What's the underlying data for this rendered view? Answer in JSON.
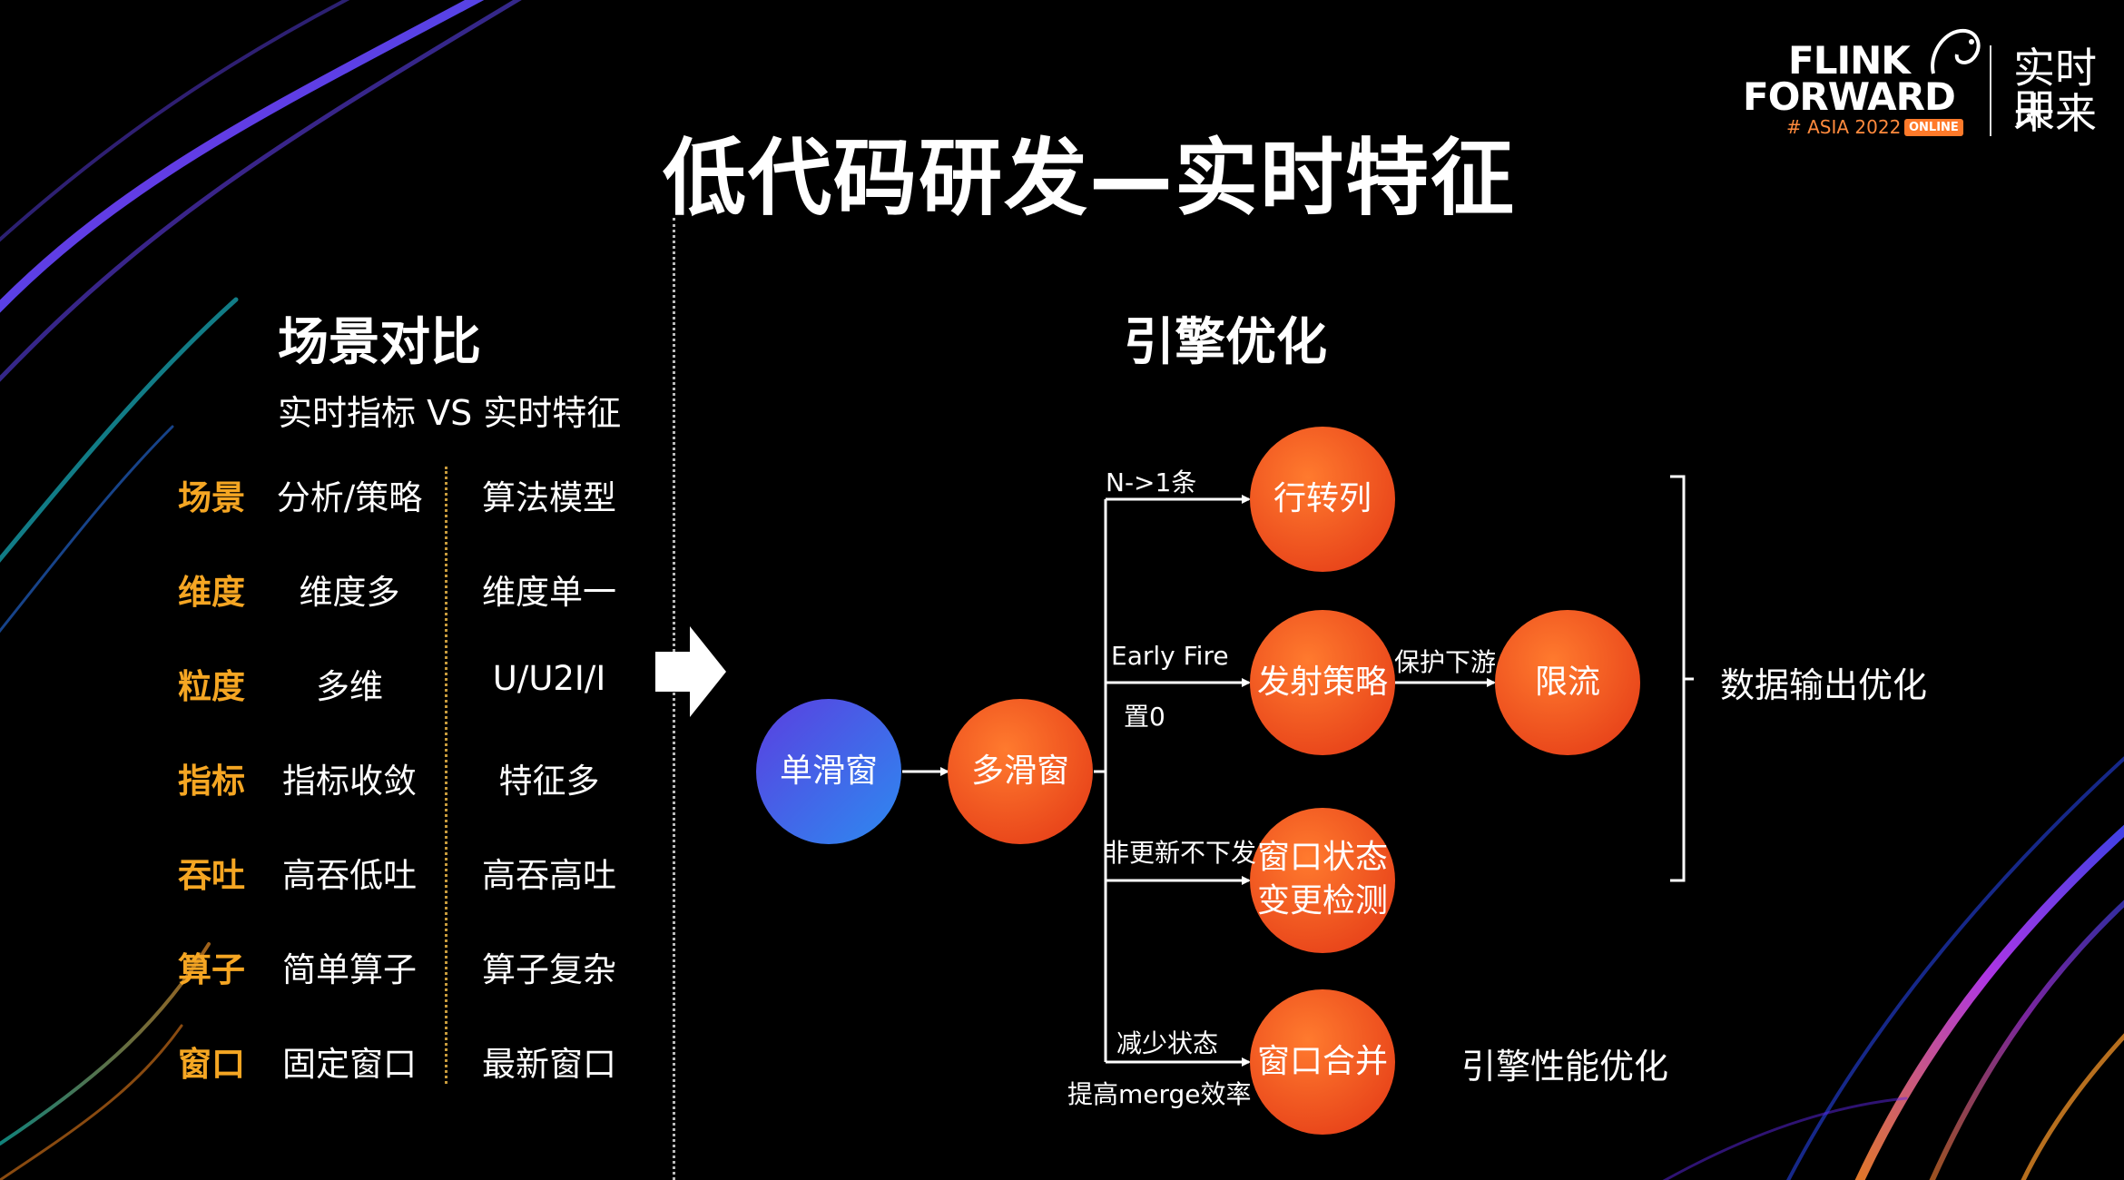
{
  "logo": {
    "line1": "FLINK",
    "line2": "FORWARD",
    "event": "# ASIA 2022",
    "badge": "ONLINE",
    "slogan1": "实时即",
    "slogan2": "未来"
  },
  "title": "低代码研发—实时特征",
  "left": {
    "heading": "场景对比",
    "subheading": "实时指标 VS 实时特征",
    "rows": [
      {
        "key": "场景",
        "a": "分析/策略",
        "b": "算法模型"
      },
      {
        "key": "维度",
        "a": "维度多",
        "b": "维度单一"
      },
      {
        "key": "粒度",
        "a": "多维",
        "b": "U/U2I/I"
      },
      {
        "key": "指标",
        "a": "指标收敛",
        "b": "特征多"
      },
      {
        "key": "吞吐",
        "a": "高吞低吐",
        "b": "高吞高吐"
      },
      {
        "key": "算子",
        "a": "简单算子",
        "b": "算子复杂"
      },
      {
        "key": "窗口",
        "a": "固定窗口",
        "b": "最新窗口"
      }
    ]
  },
  "right": {
    "heading": "引擎优化",
    "nodes": {
      "single_window": "单滑窗",
      "multi_window": "多滑窗",
      "row_to_col": "行转列",
      "emit_policy": "发射策略",
      "rate_limit": "限流",
      "state_detect_1": "窗口状态",
      "state_detect_2": "变更检测",
      "window_merge": "窗口合并"
    },
    "edges": {
      "n_to_1": "N->1条",
      "early_fire": "Early Fire",
      "reset_zero": "置0",
      "protect_downstream": "保护下游",
      "no_update": "非更新不下发",
      "reduce_state": "减少状态",
      "improve_merge": "提高merge效率"
    },
    "outputs": {
      "data_output": "数据输出优化",
      "engine_perf": "引擎性能优化"
    }
  },
  "colors": {
    "accent_key": "#f5a623",
    "node_orange": "#f0571f",
    "node_blue": "#3d5fe0"
  }
}
